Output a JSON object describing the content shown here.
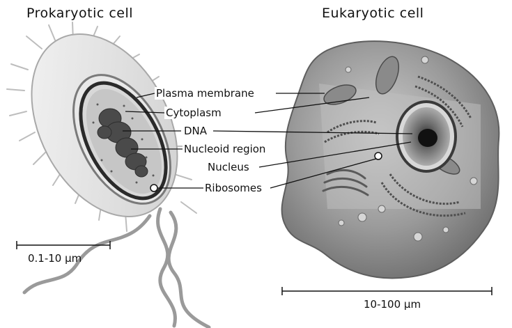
{
  "titles": {
    "prokaryotic": "Prokaryotic cell",
    "eukaryotic": "Eukaryotic cell"
  },
  "labels": {
    "plasma_membrane": "Plasma membrane",
    "cytoplasm": "Cytoplasm",
    "dna": "DNA",
    "nucleoid_region": "Nucleoid region",
    "nucleus": "Nucleus",
    "ribosomes": "Ribosomes"
  },
  "scales": {
    "prokaryotic": "0.1-10 µm",
    "eukaryotic": "10-100 µm"
  }
}
